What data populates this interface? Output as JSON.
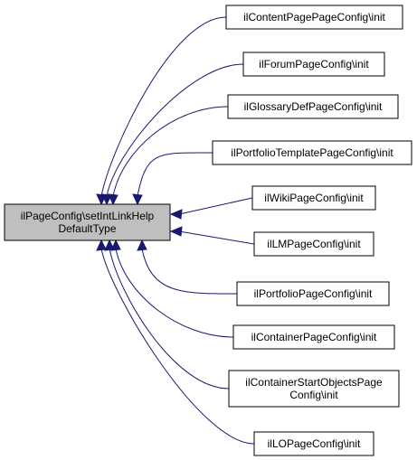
{
  "root": {
    "lines": [
      "ilPageConfig\\setIntLinkHelp",
      "DefaultType"
    ]
  },
  "callers": [
    {
      "lines": [
        "ilContentPagePageConfig\\init"
      ]
    },
    {
      "lines": [
        "ilForumPageConfig\\init"
      ]
    },
    {
      "lines": [
        "ilGlossaryDefPageConfig\\init"
      ]
    },
    {
      "lines": [
        "ilPortfolioTemplatePageConfig\\init"
      ]
    },
    {
      "lines": [
        "ilWikiPageConfig\\init"
      ]
    },
    {
      "lines": [
        "ilLMPageConfig\\init"
      ]
    },
    {
      "lines": [
        "ilPortfolioPageConfig\\init"
      ]
    },
    {
      "lines": [
        "ilContainerPageConfig\\init"
      ]
    },
    {
      "lines": [
        "ilContainerStartObjectsPage",
        "Config\\init"
      ]
    },
    {
      "lines": [
        "ilLOPageConfig\\init"
      ]
    }
  ],
  "colors": {
    "edge": "#191970",
    "root_fill": "#bfbfbf",
    "node_fill": "#ffffff",
    "border": "#000000"
  }
}
